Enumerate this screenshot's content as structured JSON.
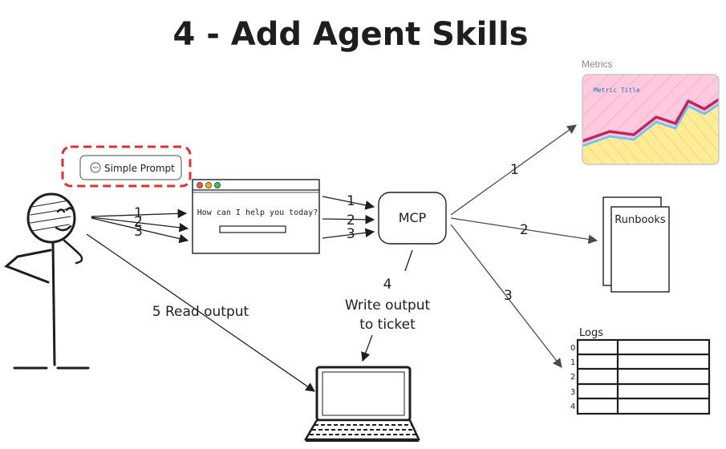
{
  "title": "4 - Add Agent Skills",
  "prompt_button": {
    "label": "Simple Prompt",
    "icon": "speech-bubble-icon"
  },
  "chat_window": {
    "question": "How can I help you today?"
  },
  "user_to_chat_arrows": [
    "1",
    "2",
    "3"
  ],
  "chat_to_mcp_arrows": [
    "1",
    "2",
    "3"
  ],
  "mcp": {
    "label": "MCP"
  },
  "mcp_out_arrows": [
    "1",
    "2",
    "3"
  ],
  "metrics": {
    "caption": "Metrics",
    "chart_title": "Metric Title"
  },
  "runbooks": {
    "label": "Runbooks"
  },
  "logs": {
    "label": "Logs",
    "rows": [
      "0",
      "1",
      "2",
      "3",
      "4"
    ]
  },
  "write_output": {
    "number": "4",
    "line1": "Write output",
    "line2": "to ticket"
  },
  "read_output": {
    "label": "5 Read output"
  },
  "colors": {
    "ink": "#1e1e1e",
    "dashed_red": "#e03131",
    "metric_pink": "#ffc9de",
    "metric_yellow": "#ffec99",
    "metric_line": "#c2255c",
    "metric_shadow": "#74c0fc"
  }
}
